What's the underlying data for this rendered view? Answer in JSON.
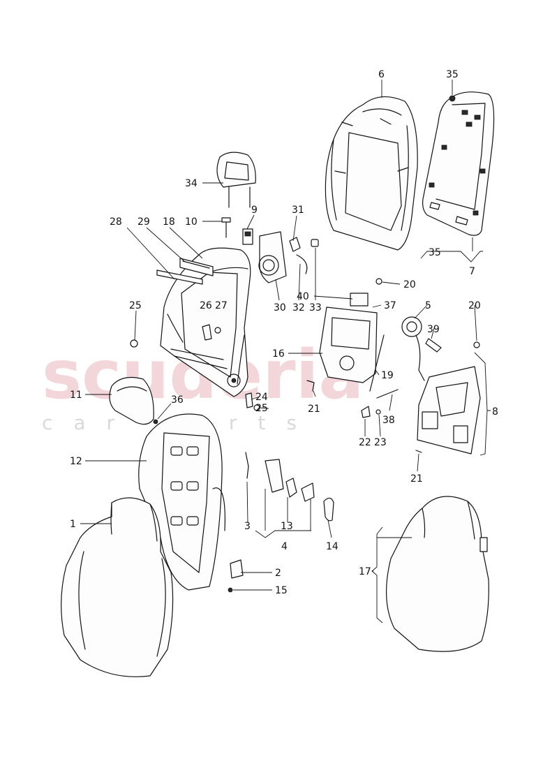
{
  "watermark": {
    "brand": "scuderia",
    "sub": "car parts"
  },
  "labels": {
    "l1": "1",
    "l2": "2",
    "l3": "3",
    "l4": "4",
    "l5": "5",
    "l6": "6",
    "l7": "7",
    "l8": "8",
    "l9": "9",
    "l10": "10",
    "l11": "11",
    "l12": "12",
    "l13": "13",
    "l14": "14",
    "l15": "15",
    "l16": "16",
    "l17": "17",
    "l18": "18",
    "l19": "19",
    "l20a": "20",
    "l20b": "20",
    "l21a": "21",
    "l21b": "21",
    "l22": "22",
    "l23": "23",
    "l24": "24",
    "l25a": "25",
    "l25b": "25",
    "l26": "26",
    "l27": "27",
    "l28": "28",
    "l29": "29",
    "l30": "30",
    "l31": "31",
    "l32": "32",
    "l33": "33",
    "l34": "34",
    "l35a": "35",
    "l35b": "35",
    "l36": "36",
    "l37": "37",
    "l38": "38",
    "l39": "39",
    "l40": "40"
  }
}
